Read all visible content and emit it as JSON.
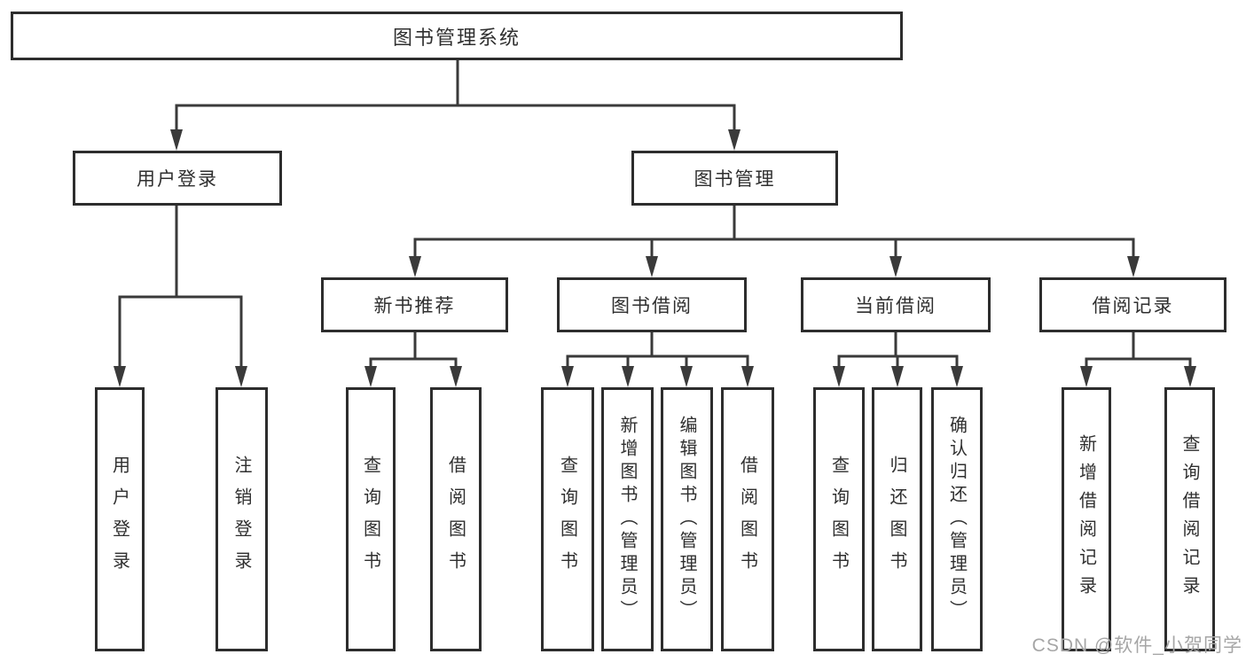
{
  "colors": {
    "line": "#3a3a3a",
    "border": "#2d2d2d",
    "text": "#2f2f2f",
    "background": "#ffffff",
    "watermark": "#a6a6a6"
  },
  "watermark": "CSDN @软件_小贺同学",
  "tree": {
    "root": "图书管理系统",
    "branches": [
      {
        "label": "用户登录",
        "children": [
          "用户登录",
          "注销登录"
        ]
      },
      {
        "label": "图书管理",
        "sections": [
          {
            "label": "新书推荐",
            "children": [
              "查询图书",
              "借阅图书"
            ]
          },
          {
            "label": "图书借阅",
            "children": [
              "查询图书",
              "新增图书（管理员）",
              "编辑图书（管理员）",
              "借阅图书"
            ]
          },
          {
            "label": "当前借阅",
            "children": [
              "查询图书",
              "归还图书",
              "确认归还（管理员）"
            ]
          },
          {
            "label": "借阅记录",
            "children": [
              "新增借阅记录",
              "查询借阅记录"
            ]
          }
        ]
      }
    ]
  }
}
